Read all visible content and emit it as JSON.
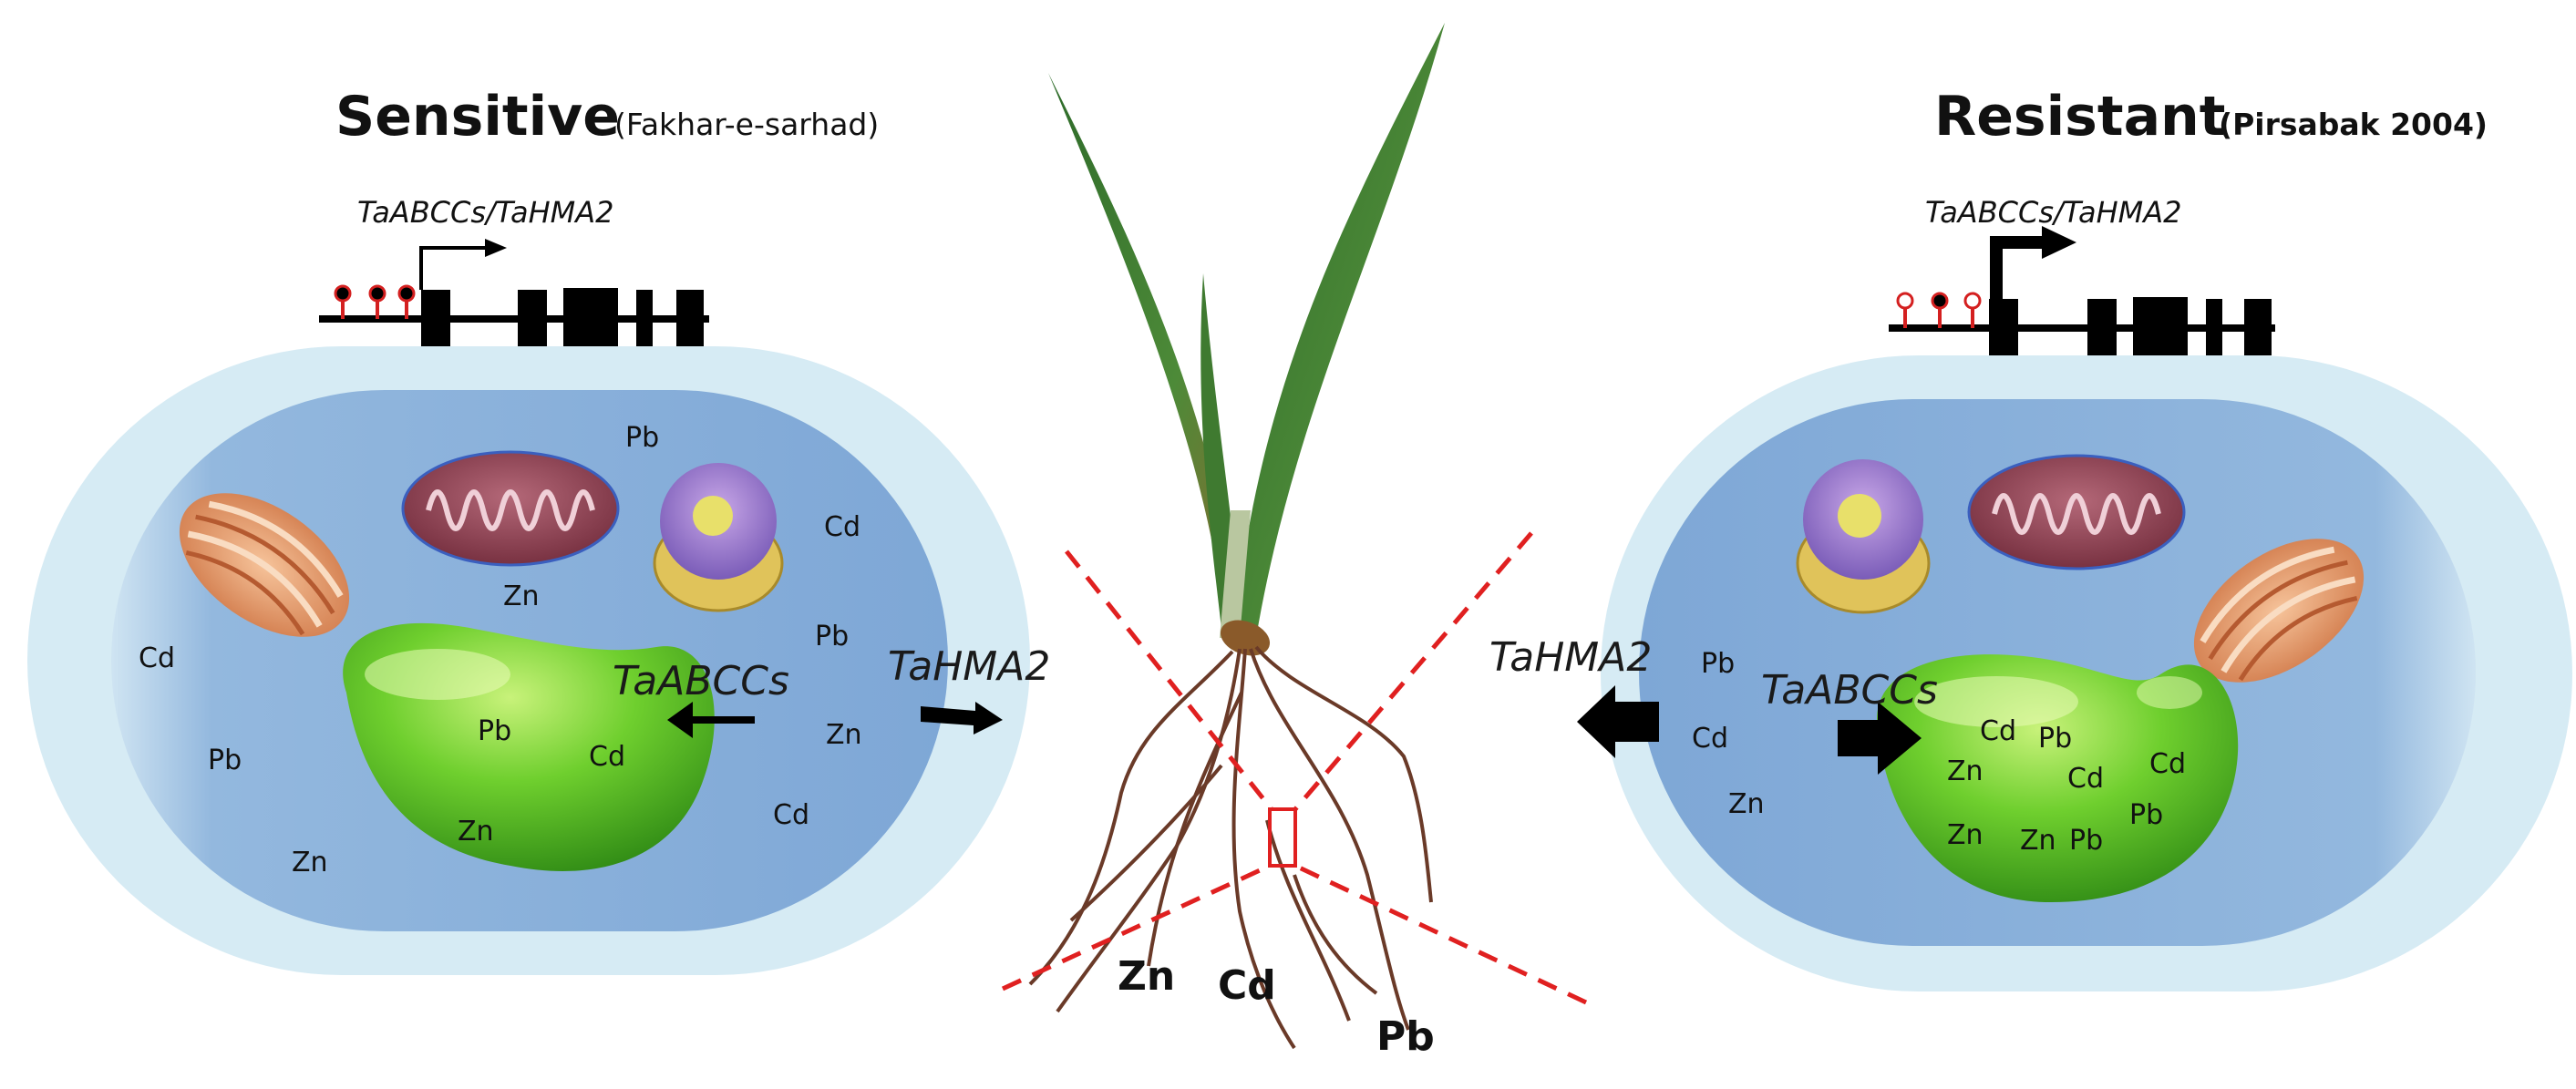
{
  "sensitive": {
    "title": "Sensitive",
    "cultivar": "(Fakhar-e-sarhad)",
    "gene_label": "TaABCCs/TaHMA2",
    "transporter_vacuole": "TaABCCs",
    "transporter_membrane": "TaHMA2",
    "cytoplasm_metals": [
      "Pb",
      "Cd",
      "Zn",
      "Pb",
      "Cd",
      "Pb",
      "Zn",
      "Cd",
      "Zn"
    ],
    "vacuole_metals": [
      "Pb",
      "Cd",
      "Zn"
    ]
  },
  "resistant": {
    "title": "Resistant",
    "cultivar": "(Pirsabak 2004)",
    "gene_label": "TaABCCs/TaHMA2",
    "transporter_vacuole": "TaABCCs",
    "transporter_membrane": "TaHMA2",
    "cytoplasm_metals": [
      "Pb",
      "Cd",
      "Zn"
    ],
    "vacuole_metals": [
      "Cd",
      "Pb",
      "Cd",
      "Zn",
      "Cd",
      "Pb",
      "Zn",
      "Zn",
      "Pb"
    ]
  },
  "root_metals": [
    "Zn",
    "Cd",
    "Pb"
  ],
  "colors": {
    "cell_wall": "#d6ebf4",
    "cytoplasm": "#8fb3d9",
    "vacuole": "#5cbf2a",
    "mitochondrion": "#8a3a4a",
    "methyl_red": "#d42020",
    "dashed_line": "#e02020"
  }
}
